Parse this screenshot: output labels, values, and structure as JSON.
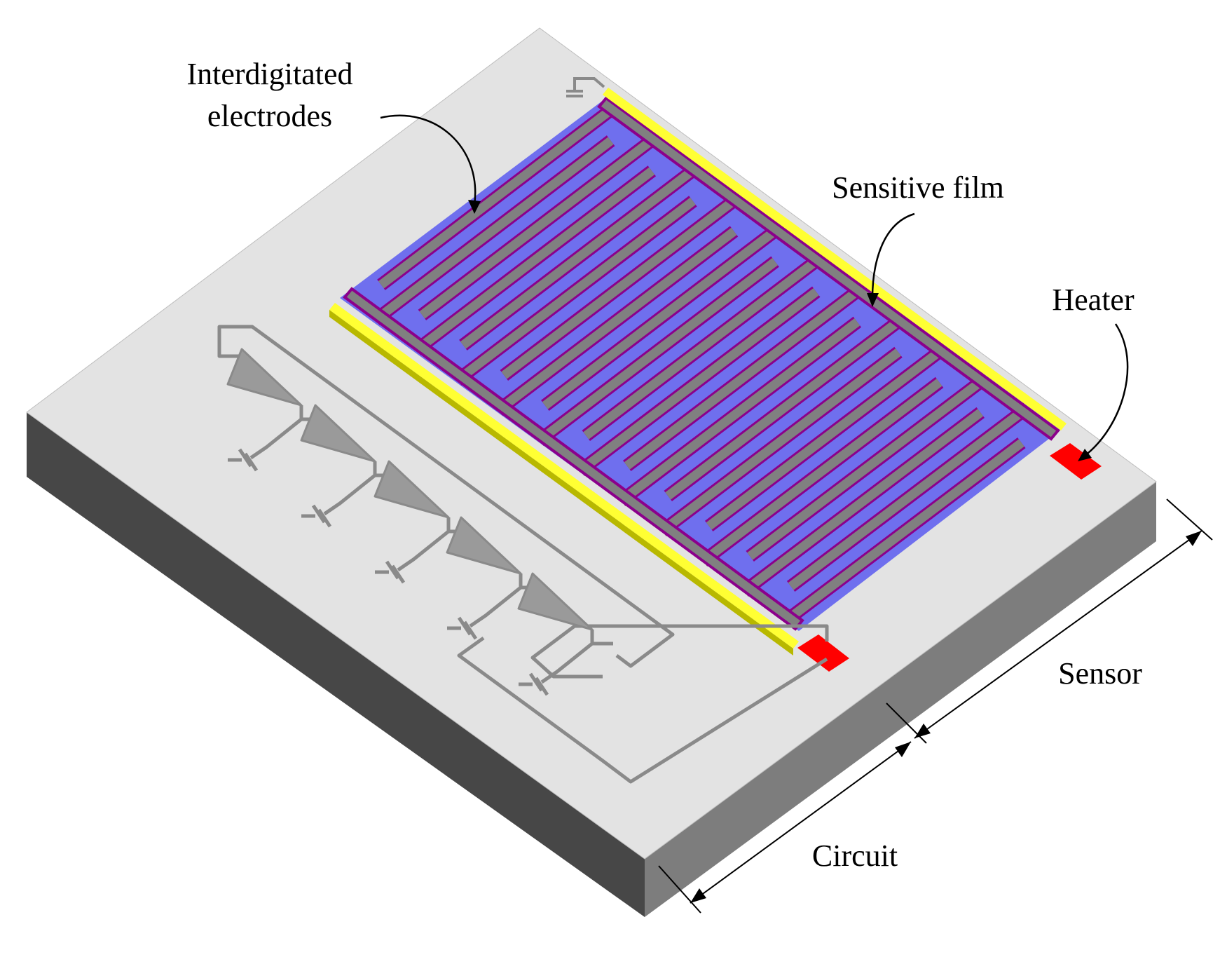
{
  "labels": {
    "interdigitated_line1": "Interdigitated",
    "interdigitated_line2": "electrodes",
    "sensitive_film": "Sensitive film",
    "heater": "Heater",
    "sensor": "Sensor",
    "circuit": "Circuit"
  },
  "colors": {
    "substrate_top": "#e3e3e3",
    "substrate_front": "#7d7d7d",
    "substrate_side": "#474747",
    "film": "#6f6fee",
    "electrode": "#808080",
    "electrode_outline": "#8b008b",
    "heater_frame": "#ffff33",
    "heater_pad": "#ff0000",
    "circuit": "#8a8a8a"
  },
  "electrode_fingers": 22
}
